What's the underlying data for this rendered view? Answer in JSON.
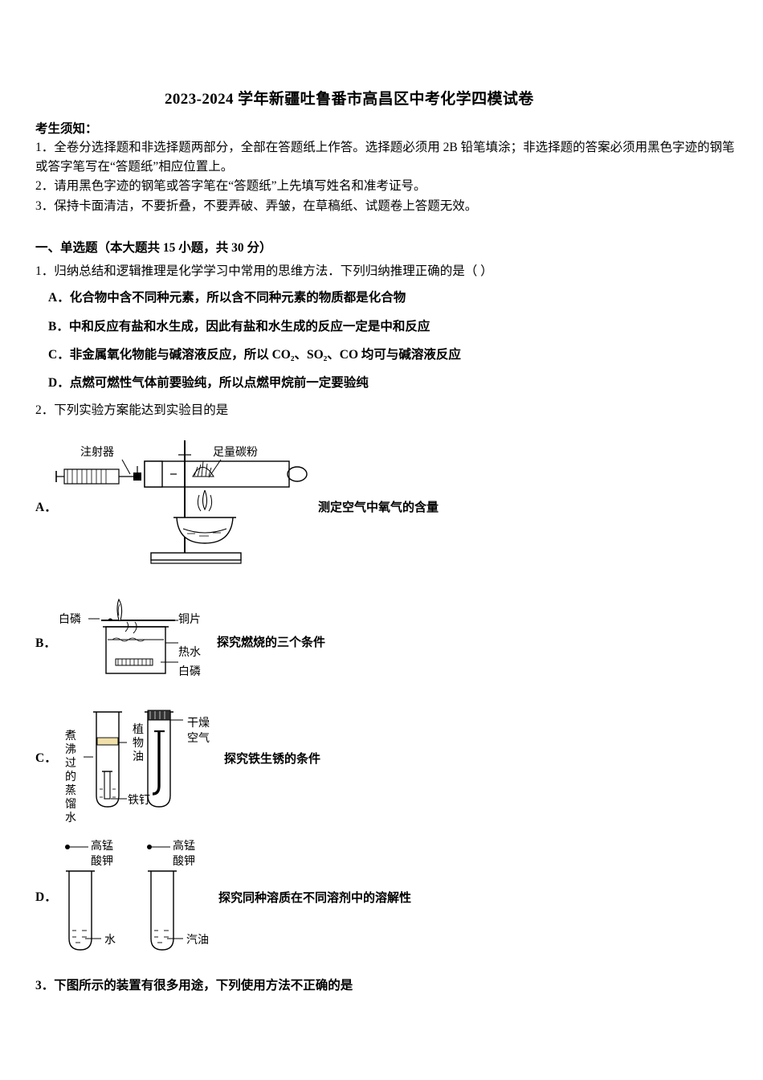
{
  "document": {
    "title": "2023-2024 学年新疆吐鲁番市高昌区中考化学四模试卷",
    "notice_head": "考生须知：",
    "notice_lines": [
      "1．全卷分选择题和非选择题两部分，全部在答题纸上作答。选择题必须用 2B 铅笔填涂；非选择题的答案必须用黑色字迹的钢笔或答字笔写在“答题纸”相应位置上。",
      "2．请用黑色字迹的钢笔或答字笔在“答题纸”上先填写姓名和准考证号。",
      "3．保持卡面清洁，不要折叠，不要弄破、弄皱，在草稿纸、试题卷上答题无效。"
    ],
    "section_head": "一、单选题（本大题共 15 小题，共 30 分）",
    "questions": [
      {
        "number": "1．",
        "stem": "归纳总结和逻辑推理是化学学习中常用的思维方法．下列归纳推理正确的是（  ）",
        "options": [
          "A．化合物中含不同种元素，所以含不同种元素的物质都是化合物",
          "B．中和反应有盐和水生成，因此有盐和水生成的反应一定是中和反应",
          "C．非金属氧化物能与碱溶液反应，所以 CO₂、SO₂、CO 均可与碱溶液反应",
          "D．点燃可燃性气体前要验纯，所以点燃甲烷前一定要验纯"
        ]
      },
      {
        "number": "2．",
        "stem": "下列实验方案能达到实验目的是",
        "choices": [
          {
            "label": "A．",
            "description": "测定空气中氧气的含量",
            "figure_labels": [
              "注射器",
              "足量碳粉"
            ]
          },
          {
            "label": "B．",
            "description": "探究燃烧的三个条件",
            "figure_labels": [
              "白磷",
              "铜片",
              "热水",
              "白磷"
            ]
          },
          {
            "label": "C．",
            "description": "探究铁生锈的条件",
            "figure_labels": [
              "煮沸过的蒸馏水",
              "植物油",
              "干燥空气",
              "铁钉"
            ]
          },
          {
            "label": "D．",
            "description": "探究同种溶质在不同溶剂中的溶解性",
            "figure_labels": [
              "高锰酸钾",
              "高锰酸钾",
              "水",
              "汽油"
            ]
          }
        ]
      },
      {
        "number": "3．",
        "stem": "下图所示的装置有很多用途，下列使用方法不正确的是"
      }
    ]
  }
}
